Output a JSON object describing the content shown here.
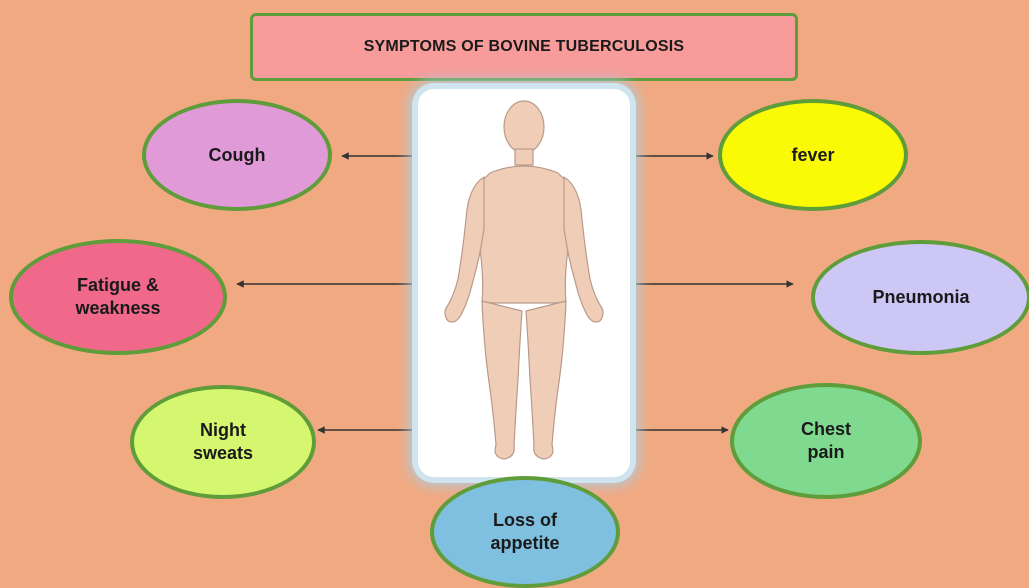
{
  "title": "SYMPTOMS OF BOVINE TUBERCULOSIS",
  "symptoms": {
    "cough": {
      "label": "Cough",
      "fill": "#e09ad8"
    },
    "fever": {
      "label": "fever",
      "fill": "#fafa04"
    },
    "fatigue": {
      "label_line1": "Fatigue &",
      "label_line2": "weakness",
      "fill": "#f0698a"
    },
    "pneumonia": {
      "label": "Pneumonia",
      "fill": "#cdc7f5"
    },
    "night_sweats": {
      "label_line1": "Night",
      "label_line2": "sweats",
      "fill": "#d5f76f"
    },
    "chest_pain": {
      "label_line1": "Chest",
      "label_line2": "pain",
      "fill": "#7fd98f"
    },
    "loss_of_appetite": {
      "label_line1": "Loss of",
      "label_line2": "appetite",
      "fill": "#7fbfe0"
    }
  },
  "colors": {
    "background": "#f1a982",
    "title_fill": "#f79c9a",
    "outline": "#5f9c3a",
    "body_skin": "#f0cdb7",
    "body_outline": "#b89a8a",
    "arrow": "#333333"
  },
  "icons": [
    "human-body-icon"
  ]
}
